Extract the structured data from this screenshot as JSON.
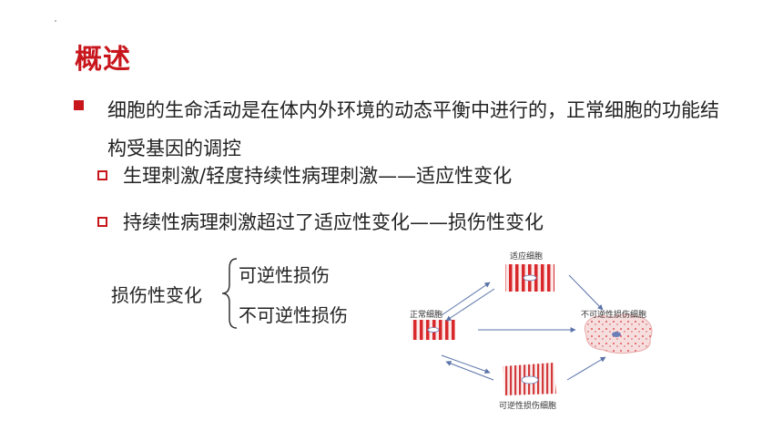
{
  "slide": {
    "title": "概述",
    "paragraph": "细胞的生命活动是在体内外环境的动态平衡中进行的，正常细胞的功能结构受基因的调控",
    "sub_items": [
      "生理刺激/轻度持续性病理刺激——适应性变化",
      "持续性病理刺激超过了适应性变化——损伤性变化"
    ],
    "classification": {
      "main": "损伤性变化",
      "branches": [
        "可逆性损伤",
        "不可逆性损伤"
      ]
    },
    "diagram": {
      "labels": {
        "adapted": "适应细胞",
        "normal": "正常细胞",
        "irreversible": "不可逆性损伤细胞",
        "reversible": "可逆性损伤细胞"
      }
    },
    "colors": {
      "accent": "#c8161d",
      "cell_red": "#d8282c",
      "arrow": "#5a73a8"
    }
  }
}
